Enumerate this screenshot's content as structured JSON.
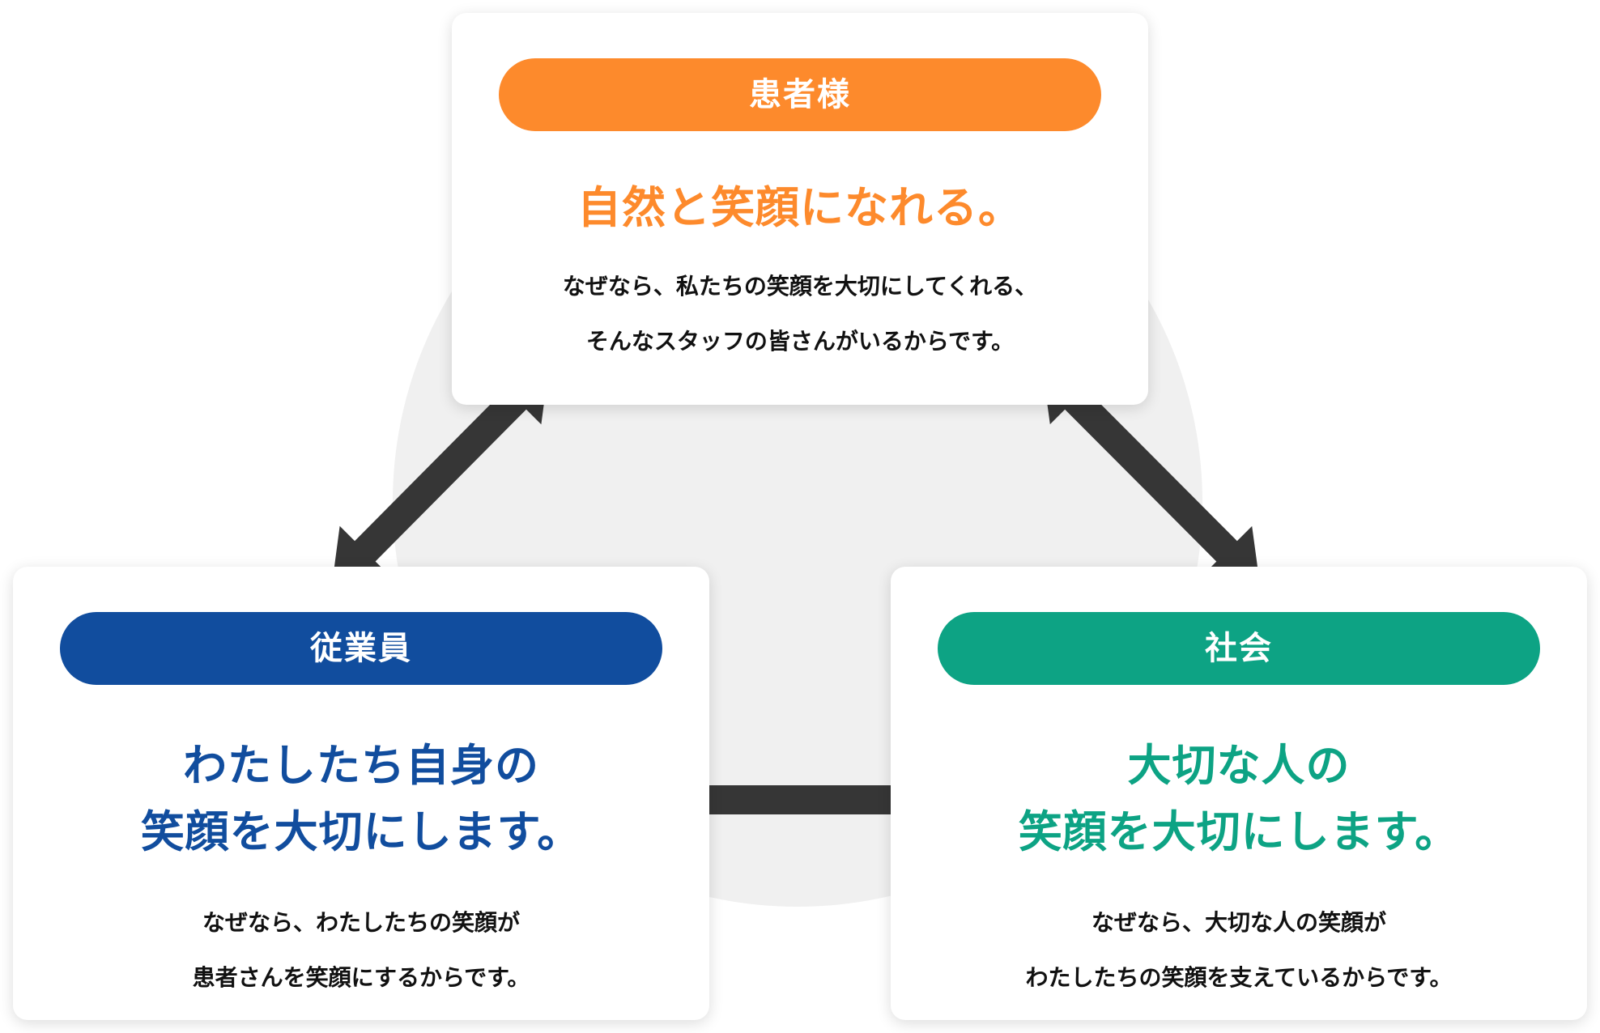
{
  "colors": {
    "patient": "#FD8A2C",
    "staff": "#114D9E",
    "society": "#0DA384",
    "arrow": "#363636",
    "background_circle": "#F0F0F0",
    "body_text": "#111111"
  },
  "nodes": {
    "patient": {
      "label": "患者様",
      "heading_lines": [
        "自然と笑顔になれる。"
      ],
      "body_lines": [
        "なぜなら、私たちの笑顔を大切にしてくれる、",
        "そんなスタッフの皆さんがいるからです。"
      ]
    },
    "staff": {
      "label": "従業員",
      "heading_lines": [
        "わたしたち自身の",
        "笑顔を大切にします。"
      ],
      "body_lines": [
        "なぜなら、わたしたちの笑顔が",
        "患者さんを笑顔にするからです。"
      ]
    },
    "society": {
      "label": "社会",
      "heading_lines": [
        "大切な人の",
        "笑顔を大切にします。"
      ],
      "body_lines": [
        "なぜなら、大切な人の笑顔が",
        "わたしたちの笑顔を支えているからです。"
      ]
    }
  },
  "connections": [
    {
      "from": "patient",
      "to": "staff",
      "type": "bidirectional-arrow"
    },
    {
      "from": "patient",
      "to": "society",
      "type": "bidirectional-arrow"
    },
    {
      "from": "staff",
      "to": "society",
      "type": "bidirectional-arrow"
    }
  ]
}
